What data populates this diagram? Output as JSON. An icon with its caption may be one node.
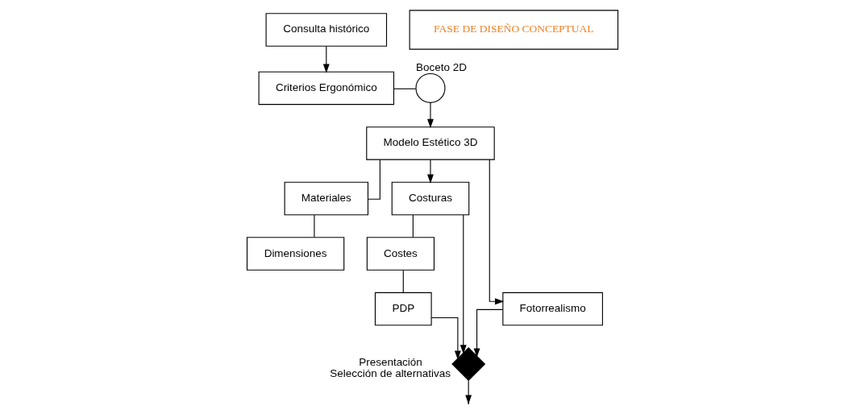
{
  "diagram": {
    "nodes": [
      {
        "text": [
          "Consulta histórico"
        ]
      },
      {
        "text": [
          "Criterios Ergonómico"
        ]
      },
      {
        "text": [],
        "shape": "circle",
        "beside": [
          "Boceto 2D"
        ]
      },
      {
        "text": [
          "Modelo Estético 3D"
        ]
      },
      {
        "text": [
          "Materiales"
        ]
      },
      {
        "text": [
          "Dimensiones"
        ]
      },
      {
        "text": [
          "Costuras"
        ]
      },
      {
        "text": [
          "Costes"
        ]
      },
      {
        "text": [
          "PDP"
        ]
      },
      {
        "text": [
          "Fotorrealismo"
        ]
      },
      {
        "text": [],
        "shape": "diamond",
        "beside": [
          "Presentación",
          "Selección de alternativas"
        ]
      },
      {
        "text": [
          "FASE DE DISEÑO CONCEPTUAL"
        ]
      }
    ],
    "edges": [
      {
        "from": 0,
        "to": 1,
        "arrow": "to"
      },
      {
        "from": 1,
        "to": 2,
        "arrow": "none"
      },
      {
        "from": 2,
        "to": 3,
        "arrow": "to"
      },
      {
        "from": 3,
        "to": 4,
        "arrow": "none"
      },
      {
        "from": 4,
        "to": 5,
        "arrow": "none"
      },
      {
        "from": 3,
        "to": 6,
        "arrow": "to"
      },
      {
        "from": 3,
        "to": 9,
        "arrow": "to"
      },
      {
        "from": 6,
        "to": 7,
        "arrow": "none"
      },
      {
        "from": 7,
        "to": 8,
        "arrow": "none"
      },
      {
        "from": 6,
        "to": 10,
        "arrow": "to"
      },
      {
        "from": 8,
        "to": 10,
        "arrow": "to"
      },
      {
        "from": 9,
        "to": 10,
        "arrow": "to"
      },
      {
        "from": 10,
        "to": null,
        "arrow": "to"
      }
    ]
  }
}
